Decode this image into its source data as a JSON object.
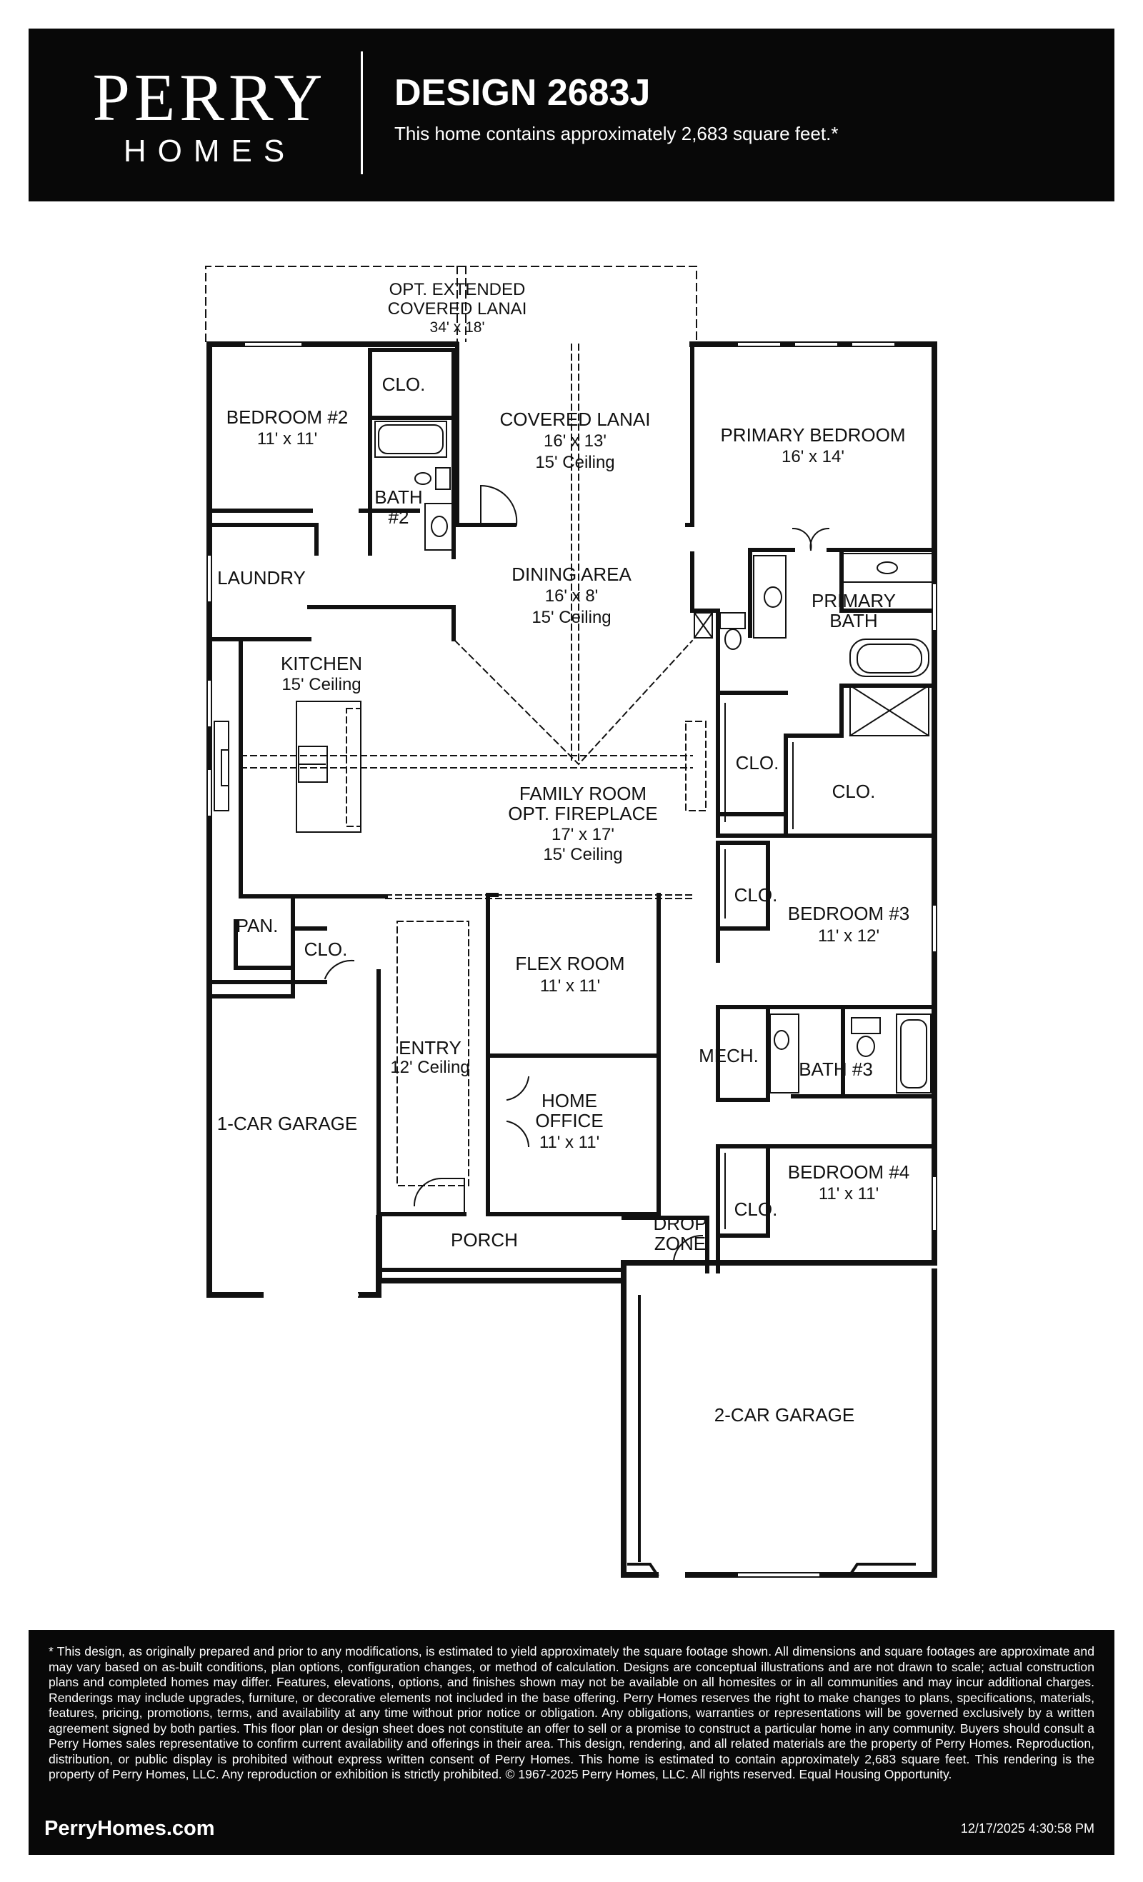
{
  "header": {
    "brand_line1": "PERRY",
    "brand_line2": "HOMES",
    "design_title": "DESIGN 2683J",
    "design_subtitle": "This home contains approximately 2,683 square feet.*"
  },
  "rooms": {
    "ext_lanai": {
      "name1": "OPT. EXTENDED",
      "name2": "COVERED LANAI",
      "size": "34' x 18'"
    },
    "bedroom2": {
      "name": "BEDROOM #2",
      "size": "11' x 11'"
    },
    "bedroom2_closet": "CLO.",
    "bath2": {
      "name1": "BATH",
      "name2": "#2"
    },
    "covered_lanai": {
      "name": "COVERED LANAI",
      "size": "16' x 13'",
      "ceiling": "15' Ceiling"
    },
    "primary_bedroom": {
      "name": "PRIMARY BEDROOM",
      "size": "16' x 14'"
    },
    "laundry": "LAUNDRY",
    "dining": {
      "name": "DINING AREA",
      "size": "16' x 8'",
      "ceiling": "15' Ceiling"
    },
    "primary_bath": {
      "name1": "PRIMARY",
      "name2": "BATH"
    },
    "kitchen": {
      "name": "KITCHEN",
      "ceiling": "15' Ceiling"
    },
    "primary_closet_1": "CLO.",
    "primary_closet_2": "CLO.",
    "family_room": {
      "name": "FAMILY ROOM",
      "option": "OPT. FIREPLACE",
      "size": "17' x 17'",
      "ceiling": "15' Ceiling"
    },
    "pantry": "PAN.",
    "hall_closet": "CLO.",
    "bedroom3_closet": "CLO.",
    "bedroom3": {
      "name": "BEDROOM #3",
      "size": "11' x 12'"
    },
    "flex_room": {
      "name": "FLEX ROOM",
      "size": "11' x 11'"
    },
    "entry": {
      "name": "ENTRY",
      "ceiling": "12' Ceiling"
    },
    "mech": "MECH.",
    "bath3": "BATH #3",
    "garage1": "1-CAR GARAGE",
    "home_office": {
      "name1": "HOME",
      "name2": "OFFICE",
      "size": "11' x 11'"
    },
    "bedroom4": {
      "name": "BEDROOM #4",
      "size": "11' x 11'"
    },
    "bedroom4_closet": "CLO.",
    "porch": "PORCH",
    "drop_zone": {
      "name1": "DROP",
      "name2": "ZONE"
    },
    "garage2": "2-CAR GARAGE"
  },
  "footer": {
    "disclaimer": "* This design, as originally prepared and prior to any modifications, is estimated to yield approximately the square footage shown. All dimensions and square footages are approximate and may vary based on as-built conditions, plan options, configuration changes, or method of calculation. Designs are conceptual illustrations and are not drawn to scale; actual construction plans and completed homes may differ. Features, elevations, options, and finishes shown may not be available on all homesites or in all communities and may incur additional charges. Renderings may include upgrades, furniture, or decorative elements not included in the base offering. Perry Homes reserves the right to make changes to plans, specifications, materials, features, pricing, promotions, terms, and availability at any time without prior notice or obligation. Any obligations, warranties or representations will be governed exclusively by a written agreement signed by both parties. This floor plan or design sheet does not constitute an offer to sell or a promise to construct a particular home in any community. Buyers should consult a Perry Homes sales representative to confirm current availability and offerings in their area. This design, rendering, and all related materials are the property of Perry Homes. Reproduction, distribution, or public display is prohibited without express written consent of Perry Homes. This home is estimated to contain approximately 2,683 square feet. This rendering is the property of Perry Homes, LLC. Any reproduction or exhibition is strictly prohibited. © 1967-2025 Perry Homes, LLC. All rights reserved. Equal Housing Opportunity.",
    "website": "PerryHomes.com",
    "timestamp": "12/17/2025 4:30:58 PM"
  }
}
